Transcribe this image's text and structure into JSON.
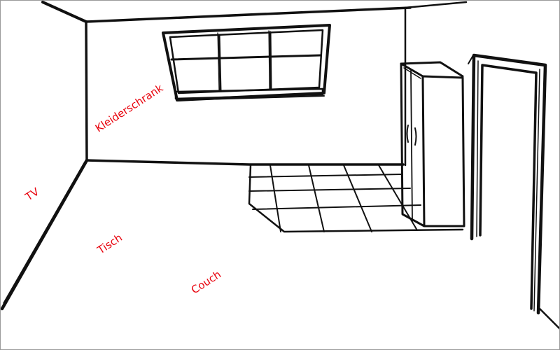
{
  "labels": {
    "kleiderschrank": "Kleiderschrank",
    "tv": "TV",
    "tisch": "Tisch",
    "couch": "Couch"
  },
  "colors": {
    "label": "#e8000b",
    "line": "#111111",
    "frame_border": "#9a9a9a",
    "background": "#ffffff"
  }
}
